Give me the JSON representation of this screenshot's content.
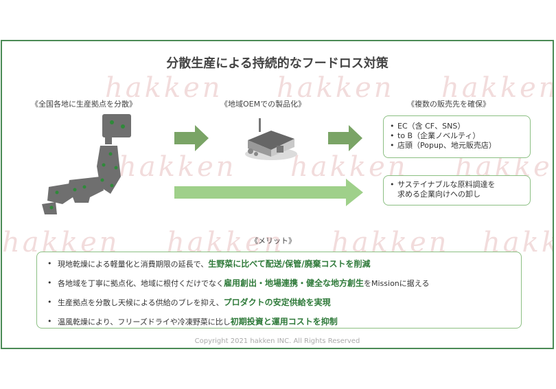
{
  "title": "分散生産による持続的なフードロス対策",
  "watermark": "hakken",
  "sections": {
    "left": "《全国各地に生産拠点を分散》",
    "middle": "《地域OEMでの製品化》",
    "right": "《複数の販売先を確保》"
  },
  "sales_channels": [
    "EC（含 CF、SNS）",
    "to B（企業ノベルティ）",
    "店頭（Popup、地元販売店）"
  ],
  "sustainable_buyer": "サステイナブルな原料調達を\n求める企業向けへの卸し",
  "merits_label": "《メリット》",
  "merits": [
    {
      "pre": "現地乾燥による軽量化と消費期限の延長で、",
      "hl": "生野菜に比べて配送/保管/廃棄コストを削減",
      "post": ""
    },
    {
      "pre": "各地域を丁寧に拠点化、地域に根付くだけでなく",
      "hl": "雇用創出・地場連携・健全な地方創生",
      "post": "をMissionに据える"
    },
    {
      "pre": "生産拠点を分散し天候による供給のブレを抑え、",
      "hl": "プロダクトの安定供給を実現",
      "post": ""
    },
    {
      "pre": "温風乾燥により、フリーズドライや冷凍野菜に比し",
      "hl": "初期投資と運用コストを抑制",
      "post": ""
    }
  ],
  "copyright": "Copyright 2021 hakken INC. All Rights Reserved",
  "colors": {
    "accent_green": "#2f7a3a",
    "arrow_green": "#7aa466",
    "light_arrow": "#9fd08a",
    "map_gray": "#6f6f6f"
  },
  "icons": [
    "japan-map-icon",
    "factory-icon",
    "arrow-right-icon"
  ]
}
